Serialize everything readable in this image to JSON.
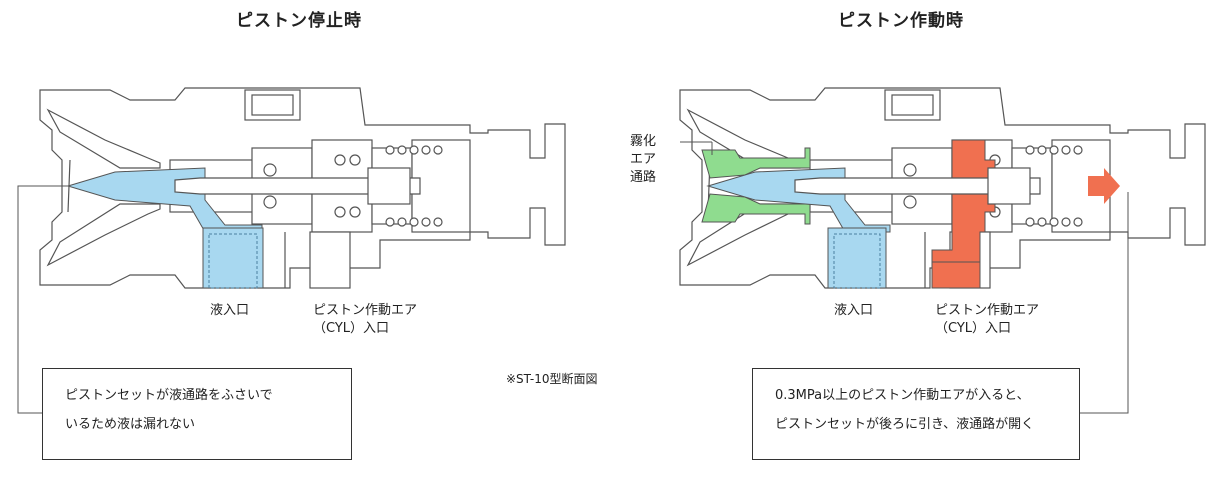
{
  "left": {
    "title": "ピストン停止時",
    "liquid_inlet": "液入口",
    "air_label_1": "ピストン作動エア",
    "air_label_2": "（CYL）入口",
    "callout_line1": "ピストンセットが液通路をふさいで",
    "callout_line2": "いるため液は漏れない"
  },
  "right": {
    "title": "ピストン作動時",
    "mist_line1": "霧化",
    "mist_line2": "エア",
    "mist_line3": "通路",
    "liquid_inlet": "液入口",
    "air_label_1": "ピストン作動エア",
    "air_label_2": "（CYL）入口",
    "callout_line1": "0.3MPa以上のピストン作動エアが入ると、",
    "callout_line2": "ピストンセットが後ろに引き、液通路が開く"
  },
  "note": "※ST-10型断面図",
  "colors": {
    "liquid": "#a8d8f0",
    "mist_air": "#8fdc8f",
    "cyl_air": "#f07050",
    "line": "#555555"
  }
}
